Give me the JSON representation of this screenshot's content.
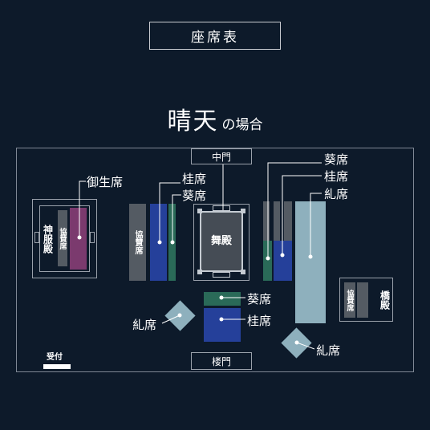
{
  "title": "座席表",
  "heading": {
    "main": "晴天",
    "suffix": "の場合"
  },
  "gates": {
    "north": "中門",
    "south": "楼門"
  },
  "buildings": {
    "shrine": "神服殿",
    "stage": "舞殿",
    "bridge": "橋殿"
  },
  "seats": {
    "kyosan_left": "協賛席",
    "kyosan_shrine": "協賛席",
    "kyosan_bridge": "協賛席",
    "gyosei": "御生席",
    "katsura_left": "桂席",
    "aoi_left": "葵席",
    "aoi_right": "葵席",
    "katsura_right": "桂席",
    "tadasu_right": "糺席",
    "aoi_center": "葵席",
    "katsura_center": "桂席",
    "tadasu_center": "糺席",
    "tadasu_bottom": "糺席"
  },
  "reception": "受付",
  "colors": {
    "background": "#0d1a2a",
    "gyosei": "#7b3a6e",
    "kyosan": "#545b63",
    "katsura": "#25409a",
    "aoi": "#2a6a58",
    "tadasu": "#8eb0bd",
    "line": "#7e8794"
  }
}
